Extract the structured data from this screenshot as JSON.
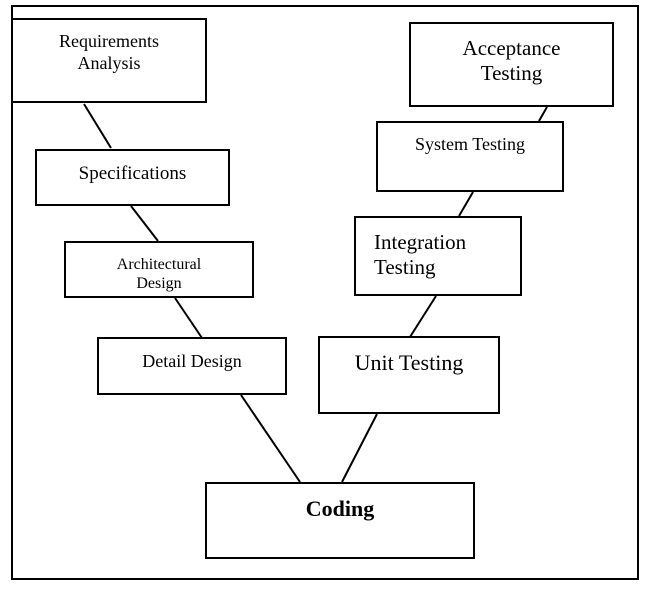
{
  "diagram": {
    "stages": {
      "requirements_analysis": [
        "Requirements",
        "Analysis"
      ],
      "specifications": [
        "Specifications"
      ],
      "architectural_design": [
        "Architectural",
        "Design"
      ],
      "detail_design": [
        "Detail Design"
      ],
      "coding": [
        "Coding"
      ],
      "unit_testing": [
        "Unit Testing"
      ],
      "integration_testing": [
        "Integration",
        "Testing"
      ],
      "system_testing": [
        "System Testing"
      ],
      "acceptance_testing": [
        "Acceptance",
        "Testing"
      ]
    }
  }
}
